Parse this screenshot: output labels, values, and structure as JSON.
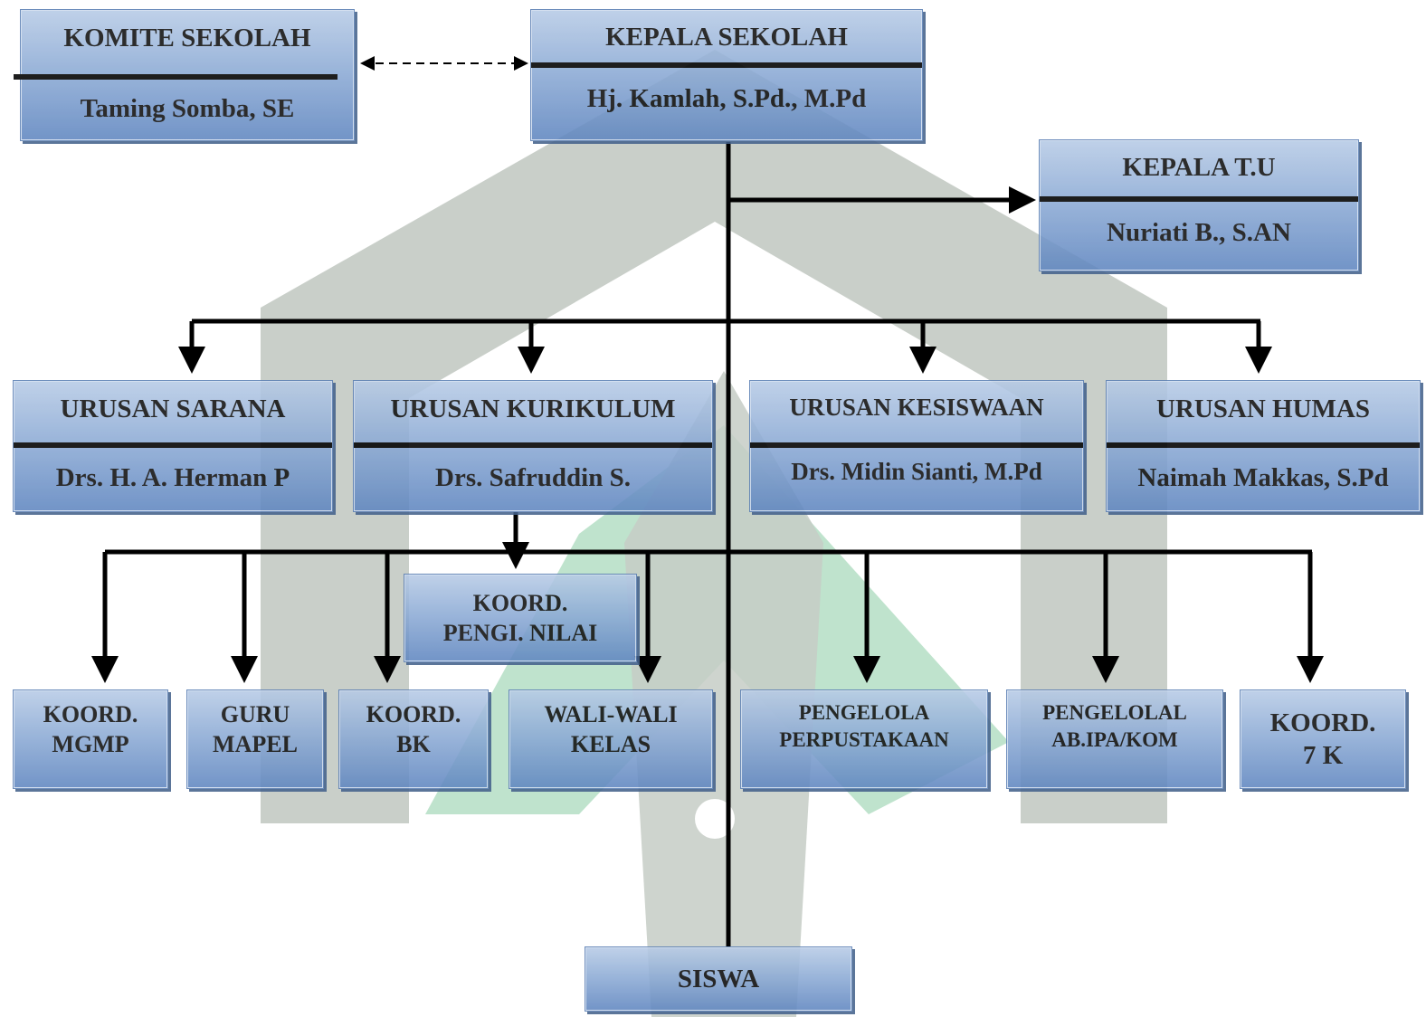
{
  "komite": {
    "title": "KOMITE SEKOLAH",
    "name": "Taming Somba, SE"
  },
  "kepala": {
    "title": "KEPALA SEKOLAH",
    "name": "Hj. Kamlah, S.Pd., M.Pd"
  },
  "kepala_tu": {
    "title": "KEPALA T.U",
    "name": "Nuriati B., S.AN"
  },
  "urusan": [
    {
      "title": "URUSAN SARANA",
      "name": "Drs. H. A. Herman P"
    },
    {
      "title": "URUSAN KURIKULUM",
      "name": "Drs. Safruddin S."
    },
    {
      "title": "URUSAN KESISWAAN",
      "name": "Drs. Midin Sianti, M.Pd"
    },
    {
      "title": "URUSAN HUMAS",
      "name": "Naimah Makkas, S.Pd"
    }
  ],
  "koord_nilai": {
    "line1": "KOORD.",
    "line2": "PENGI. NILAI"
  },
  "bottom": [
    {
      "line1": "KOORD.",
      "line2": "MGMP"
    },
    {
      "line1": "GURU",
      "line2": "MAPEL"
    },
    {
      "line1": "KOORD.",
      "line2": "BK"
    },
    {
      "line1": "WALI-WALI",
      "line2": "KELAS"
    },
    {
      "line1": "PENGELOLA",
      "line2": "PERPUSTAKAAN"
    },
    {
      "line1": "PENGELOLAL",
      "line2": "AB.IPA/KOM"
    },
    {
      "line1": "KOORD.",
      "line2": "7 K"
    }
  ],
  "siswa": "SISWA",
  "colors": {
    "box_top": "#b7cbe6",
    "box_bottom": "#5f86c0",
    "watermark_gray": "#c9cfc9",
    "watermark_green": "#bfe3cd"
  }
}
